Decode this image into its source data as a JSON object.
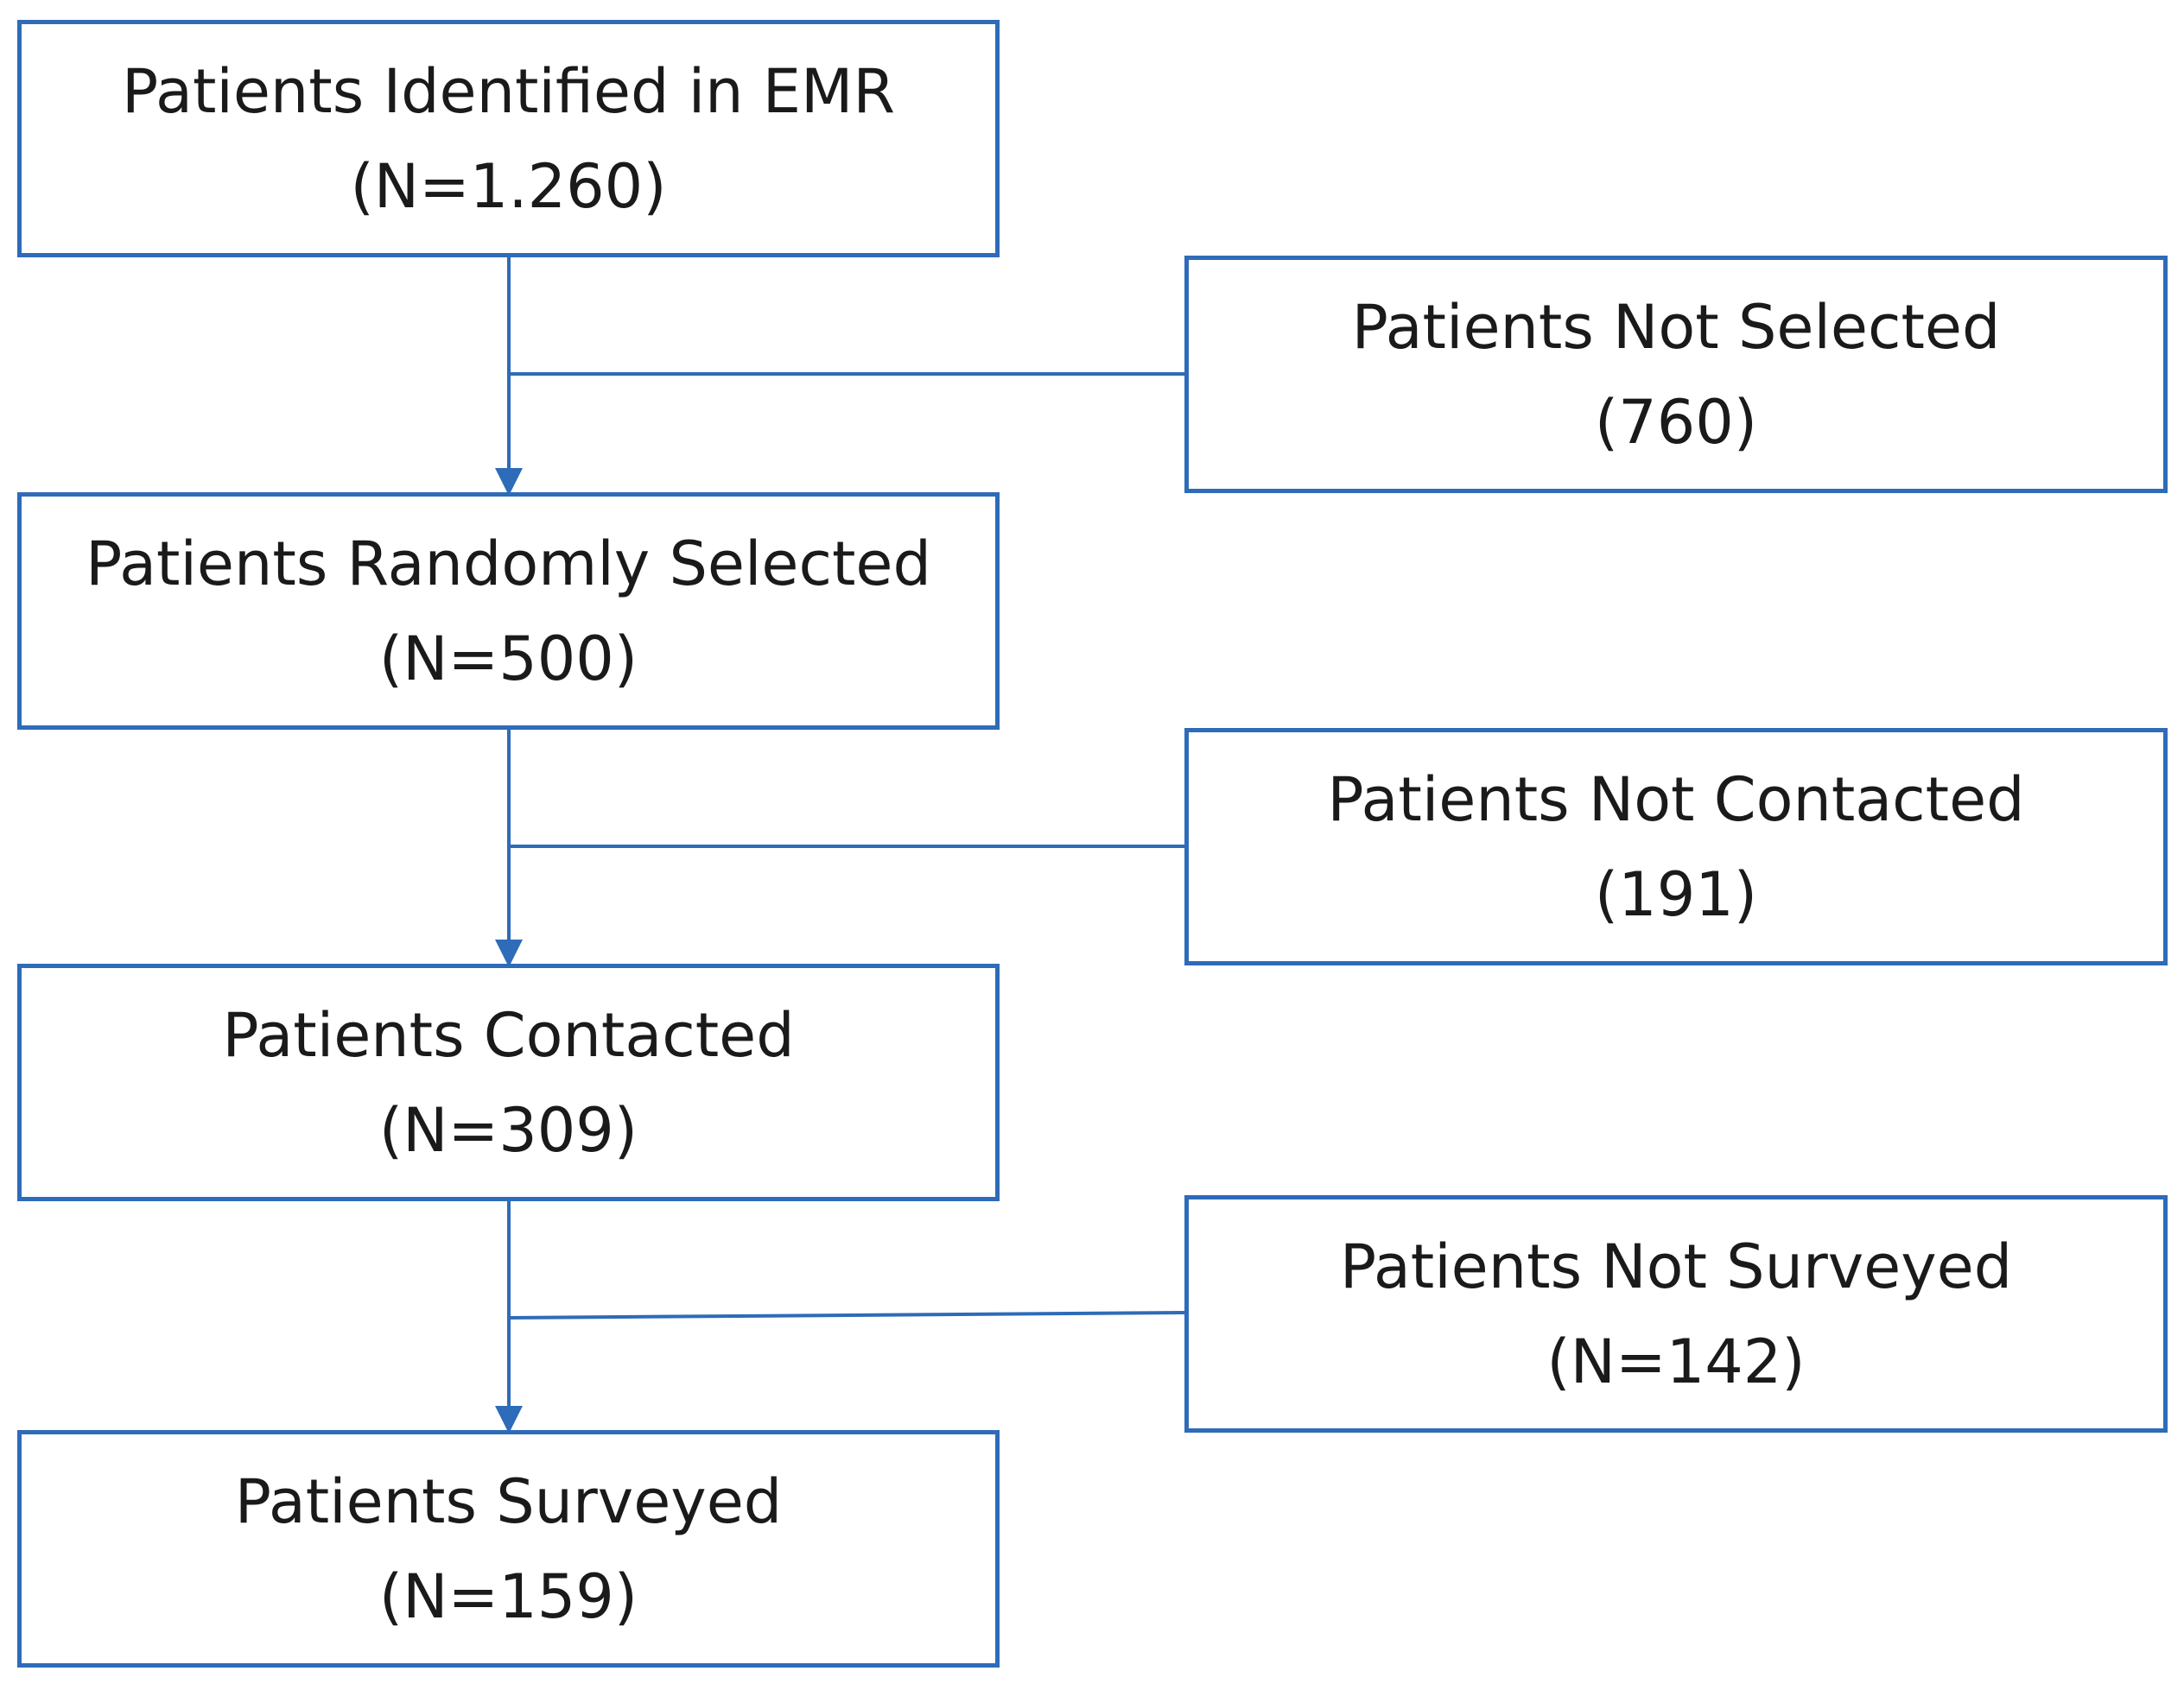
{
  "colors": {
    "line": "#2e6bb8",
    "border": "#2e6bb8",
    "text": "#1a1a1a",
    "background": "#ffffff"
  },
  "main_flow": [
    {
      "label": "Patients Identified in EMR",
      "count": "(N=1.260)"
    },
    {
      "label": "Patients Randomly Selected",
      "count": "(N=500)"
    },
    {
      "label": "Patients Contacted",
      "count": "(N=309)"
    },
    {
      "label": "Patients Surveyed",
      "count": "(N=159)"
    }
  ],
  "exclusions": [
    {
      "label": "Patients Not Selected",
      "count": "(760)"
    },
    {
      "label": "Patients Not Contacted",
      "count": "(191)"
    },
    {
      "label": "Patients Not Surveyed",
      "count": "(N=142)"
    }
  ]
}
